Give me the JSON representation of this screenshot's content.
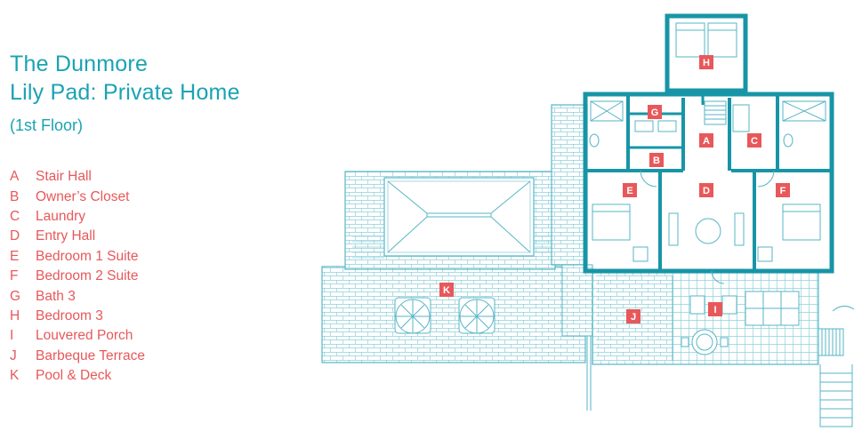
{
  "title": {
    "line1": "The Dunmore",
    "line2": "Lily Pad: Private Home",
    "floor": "(1st Floor)"
  },
  "legend": [
    {
      "key": "A",
      "label": "Stair Hall"
    },
    {
      "key": "B",
      "label": "Owner’s Closet"
    },
    {
      "key": "C",
      "label": "Laundry"
    },
    {
      "key": "D",
      "label": "Entry Hall"
    },
    {
      "key": "E",
      "label": "Bedroom 1 Suite"
    },
    {
      "key": "F",
      "label": "Bedroom 2 Suite"
    },
    {
      "key": "G",
      "label": "Bath 3"
    },
    {
      "key": "H",
      "label": "Bedroom 3"
    },
    {
      "key": "I",
      "label": "Louvered Porch"
    },
    {
      "key": "J",
      "label": "Barbeque Terrace"
    },
    {
      "key": "K",
      "label": "Pool & Deck"
    }
  ],
  "colors": {
    "accent": "#1aa3b3",
    "wall": "#1795a6",
    "label": "#e8585a",
    "pattern": "#8fd0da"
  }
}
